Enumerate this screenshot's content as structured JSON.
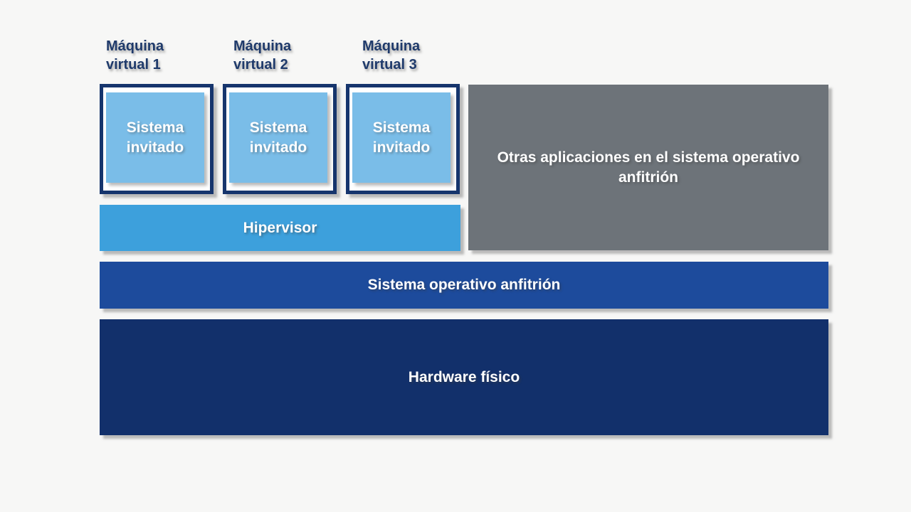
{
  "diagram": {
    "title_semantic": "Hosted virtualization architecture diagram (Spanish)",
    "vm_labels": [
      "Máquina virtual 1",
      "Máquina virtual 2",
      "Máquina virtual 3"
    ],
    "guest_os": {
      "vm1_label": "Sistema invitado",
      "vm2_label": "Sistema invitado",
      "vm3_label": "Sistema invitado"
    },
    "hypervisor_label": "Hipervisor",
    "other_apps_label": "Otras aplicaciones en el sistema operativo anfitrión",
    "host_os_label": "Sistema operativo anfitrión",
    "hardware_label": "Hardware físico",
    "colors": {
      "background": "#f7f7f6",
      "navy_border": "#16356d",
      "label_text": "#1f3a6b",
      "guest_fill": "#7abde8",
      "hypervisor_fill": "#3da0dc",
      "gray_fill": "#6d7379",
      "host_os_fill": "#1d4b9c",
      "hardware_fill": "#12306b",
      "white_text": "#ffffff"
    }
  }
}
